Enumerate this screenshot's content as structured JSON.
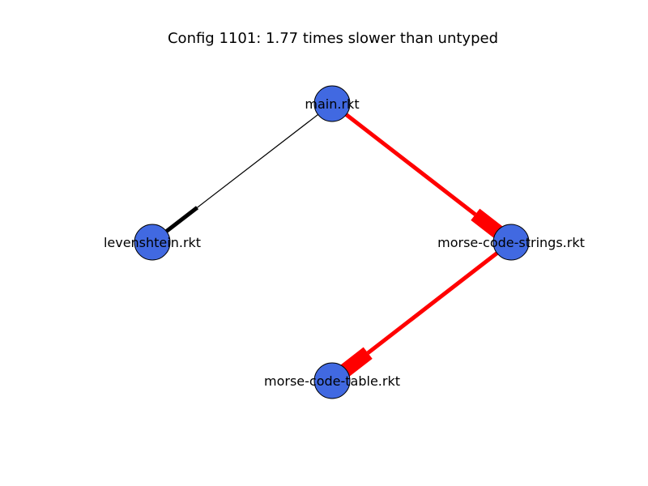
{
  "title": "Config 1101: 1.77 times slower than untyped",
  "colors": {
    "node_fill": "#4169e1",
    "node_stroke": "#000000",
    "typed_boundary": "#ff0000",
    "untyped_boundary": "#000000",
    "background": "#ffffff"
  },
  "nodes": [
    {
      "id": "main",
      "label": "main.rkt"
    },
    {
      "id": "levenshtein",
      "label": "levenshtein.rkt"
    },
    {
      "id": "strings",
      "label": "morse-code-strings.rkt"
    },
    {
      "id": "table",
      "label": "morse-code-table.rkt"
    }
  ],
  "edges": [
    {
      "from": "main",
      "to": "levenshtein",
      "color": "untyped_boundary"
    },
    {
      "from": "main",
      "to": "strings",
      "color": "typed_boundary"
    },
    {
      "from": "strings",
      "to": "table",
      "color": "typed_boundary"
    }
  ]
}
